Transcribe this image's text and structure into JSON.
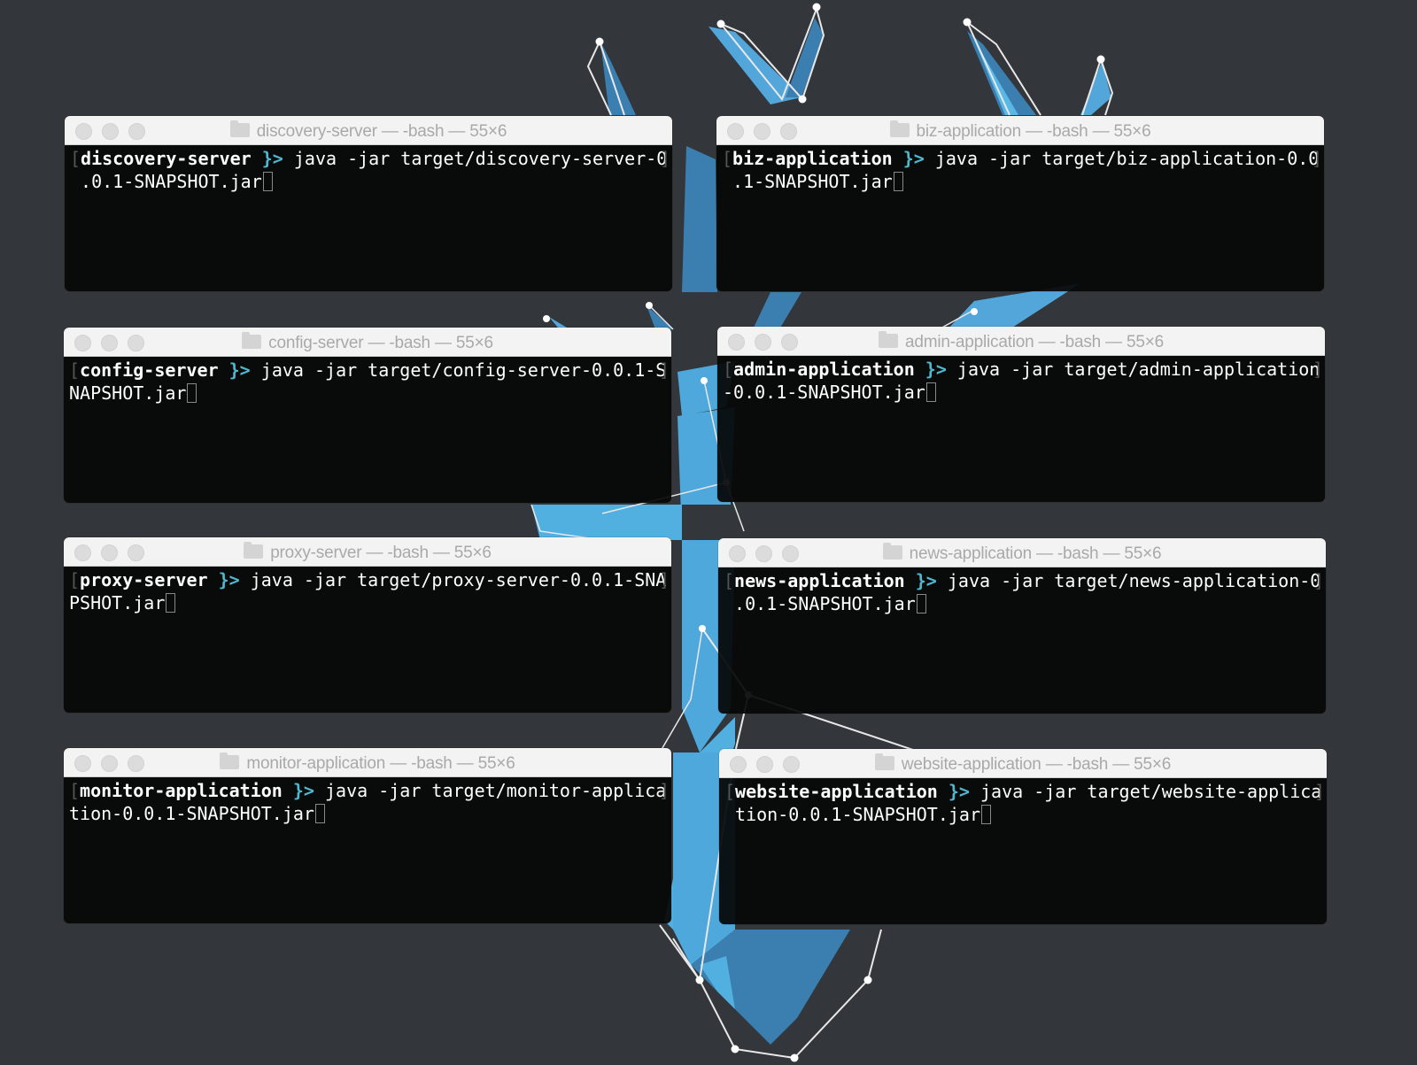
{
  "theme": {
    "desktop_bg": "#33363a",
    "deer_blue": "#4fa8dc",
    "prompt_arrow": "#4fb8cf"
  },
  "terminals": [
    {
      "title": "discovery-server — -bash — 55×6",
      "dir": "discovery-server",
      "arrow": "}>",
      "cmd": " java -jar target/discovery-server-0",
      "cont": ".0.1-SNAPSHOT.jar"
    },
    {
      "title": "biz-application — -bash — 55×6",
      "dir": "biz-application",
      "arrow": "}>",
      "cmd": " java -jar target/biz-application-0.0",
      "cont": ".1-SNAPSHOT.jar"
    },
    {
      "title": "config-server — -bash — 55×6",
      "dir": "config-server",
      "arrow": "}>",
      "cmd": " java -jar target/config-server-0.0.1-S",
      "cont": "NAPSHOT.jar"
    },
    {
      "title": "admin-application — -bash — 55×6",
      "dir": "admin-application",
      "arrow": "}>",
      "cmd": " java -jar target/admin-application",
      "cont": "-0.0.1-SNAPSHOT.jar"
    },
    {
      "title": "proxy-server — -bash — 55×6",
      "dir": "proxy-server",
      "arrow": "}>",
      "cmd": " java -jar target/proxy-server-0.0.1-SNA",
      "cont": "PSHOT.jar"
    },
    {
      "title": "news-application — -bash — 55×6",
      "dir": "news-application",
      "arrow": "}>",
      "cmd": " java -jar target/news-application-0",
      "cont": ".0.1-SNAPSHOT.jar"
    },
    {
      "title": "monitor-application — -bash — 55×6",
      "dir": "monitor-application",
      "arrow": "}>",
      "cmd": " java -jar target/monitor-applica",
      "cont": "tion-0.0.1-SNAPSHOT.jar"
    },
    {
      "title": "website-application — -bash — 55×6",
      "dir": "website-application",
      "arrow": "}>",
      "cmd": " java -jar target/website-applica",
      "cont": "tion-0.0.1-SNAPSHOT.jar"
    }
  ],
  "brackets": {
    "open": "[",
    "close": "]"
  }
}
